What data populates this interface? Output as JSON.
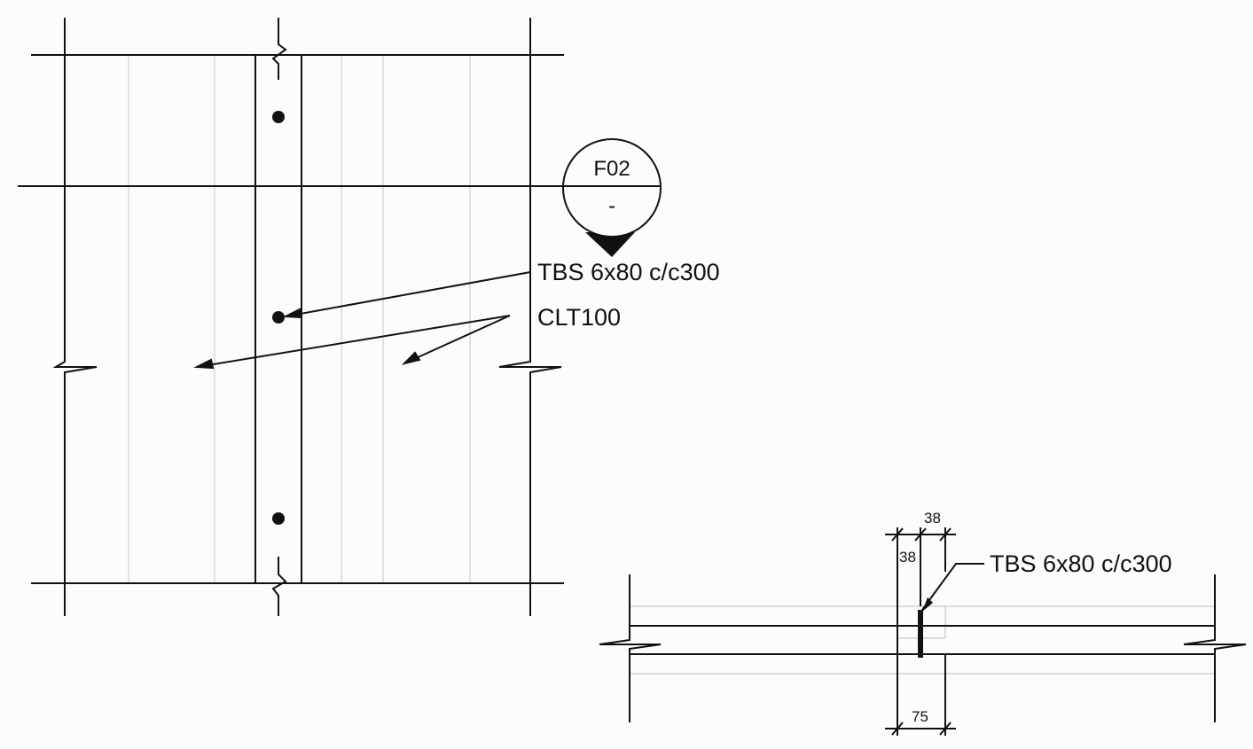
{
  "detail_tag": {
    "top": "F02",
    "bottom": "-"
  },
  "plan_view": {
    "screw_label": "TBS 6x80 c/c300",
    "panel_label": "CLT100"
  },
  "section_view": {
    "screw_label": "TBS 6x80 c/c300",
    "dim_top": "38",
    "dim_side": "38",
    "dim_bottom": "75"
  }
}
